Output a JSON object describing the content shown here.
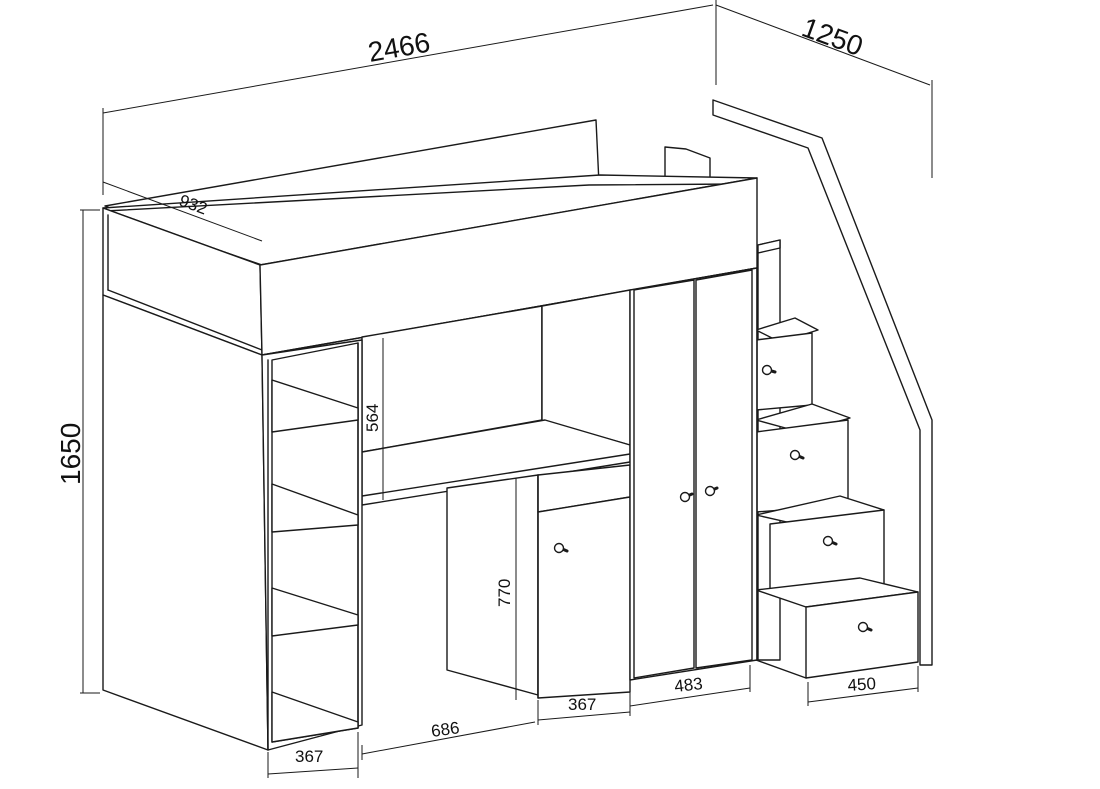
{
  "dimensions": {
    "total_length": "2466",
    "depth": "1250",
    "bed_width": "932",
    "total_height": "1650",
    "desk_clearance": "564",
    "cabinet_height": "770",
    "shelf_width": "367",
    "desk_width": "686",
    "cabinet_width": "367",
    "wardrobe_width": "483",
    "stair_width": "450"
  }
}
